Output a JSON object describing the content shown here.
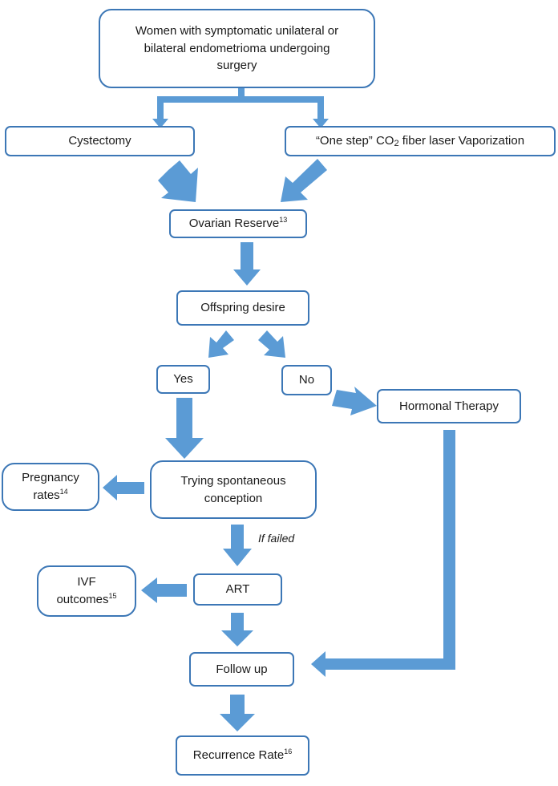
{
  "nodes": {
    "population": {
      "line1": "Women with symptomatic unilateral or",
      "line2": "bilateral endometrioma undergoing",
      "line3": "surgery"
    },
    "cystectomy": {
      "label": "Cystectomy"
    },
    "laser": {
      "label_pre": "“One step” CO",
      "label_sub": "2",
      "label_post": " fiber laser Vaporization"
    },
    "ovarian_reserve": {
      "label": "Ovarian Reserve",
      "ref": "13"
    },
    "offspring_desire": {
      "label": "Offspring desire"
    },
    "yes": {
      "label": "Yes"
    },
    "no": {
      "label": "No"
    },
    "hormonal_therapy": {
      "label": "Hormonal Therapy"
    },
    "pregnancy_rates": {
      "line1": "Pregnancy",
      "line2": "rates",
      "ref": "14"
    },
    "trying_spontaneous": {
      "line1": "Trying spontaneous",
      "line2": "conception"
    },
    "ivf_outcomes": {
      "line1": "IVF",
      "line2": "outcomes",
      "ref": "15"
    },
    "art": {
      "label": "ART"
    },
    "follow_up": {
      "label": "Follow up"
    },
    "recurrence_rate": {
      "label": "Recurrence Rate",
      "ref": "16"
    }
  },
  "edge_labels": {
    "if_failed": "If failed"
  },
  "colors": {
    "arrow": "#5b9bd5",
    "box_border": "#3c77b6"
  }
}
